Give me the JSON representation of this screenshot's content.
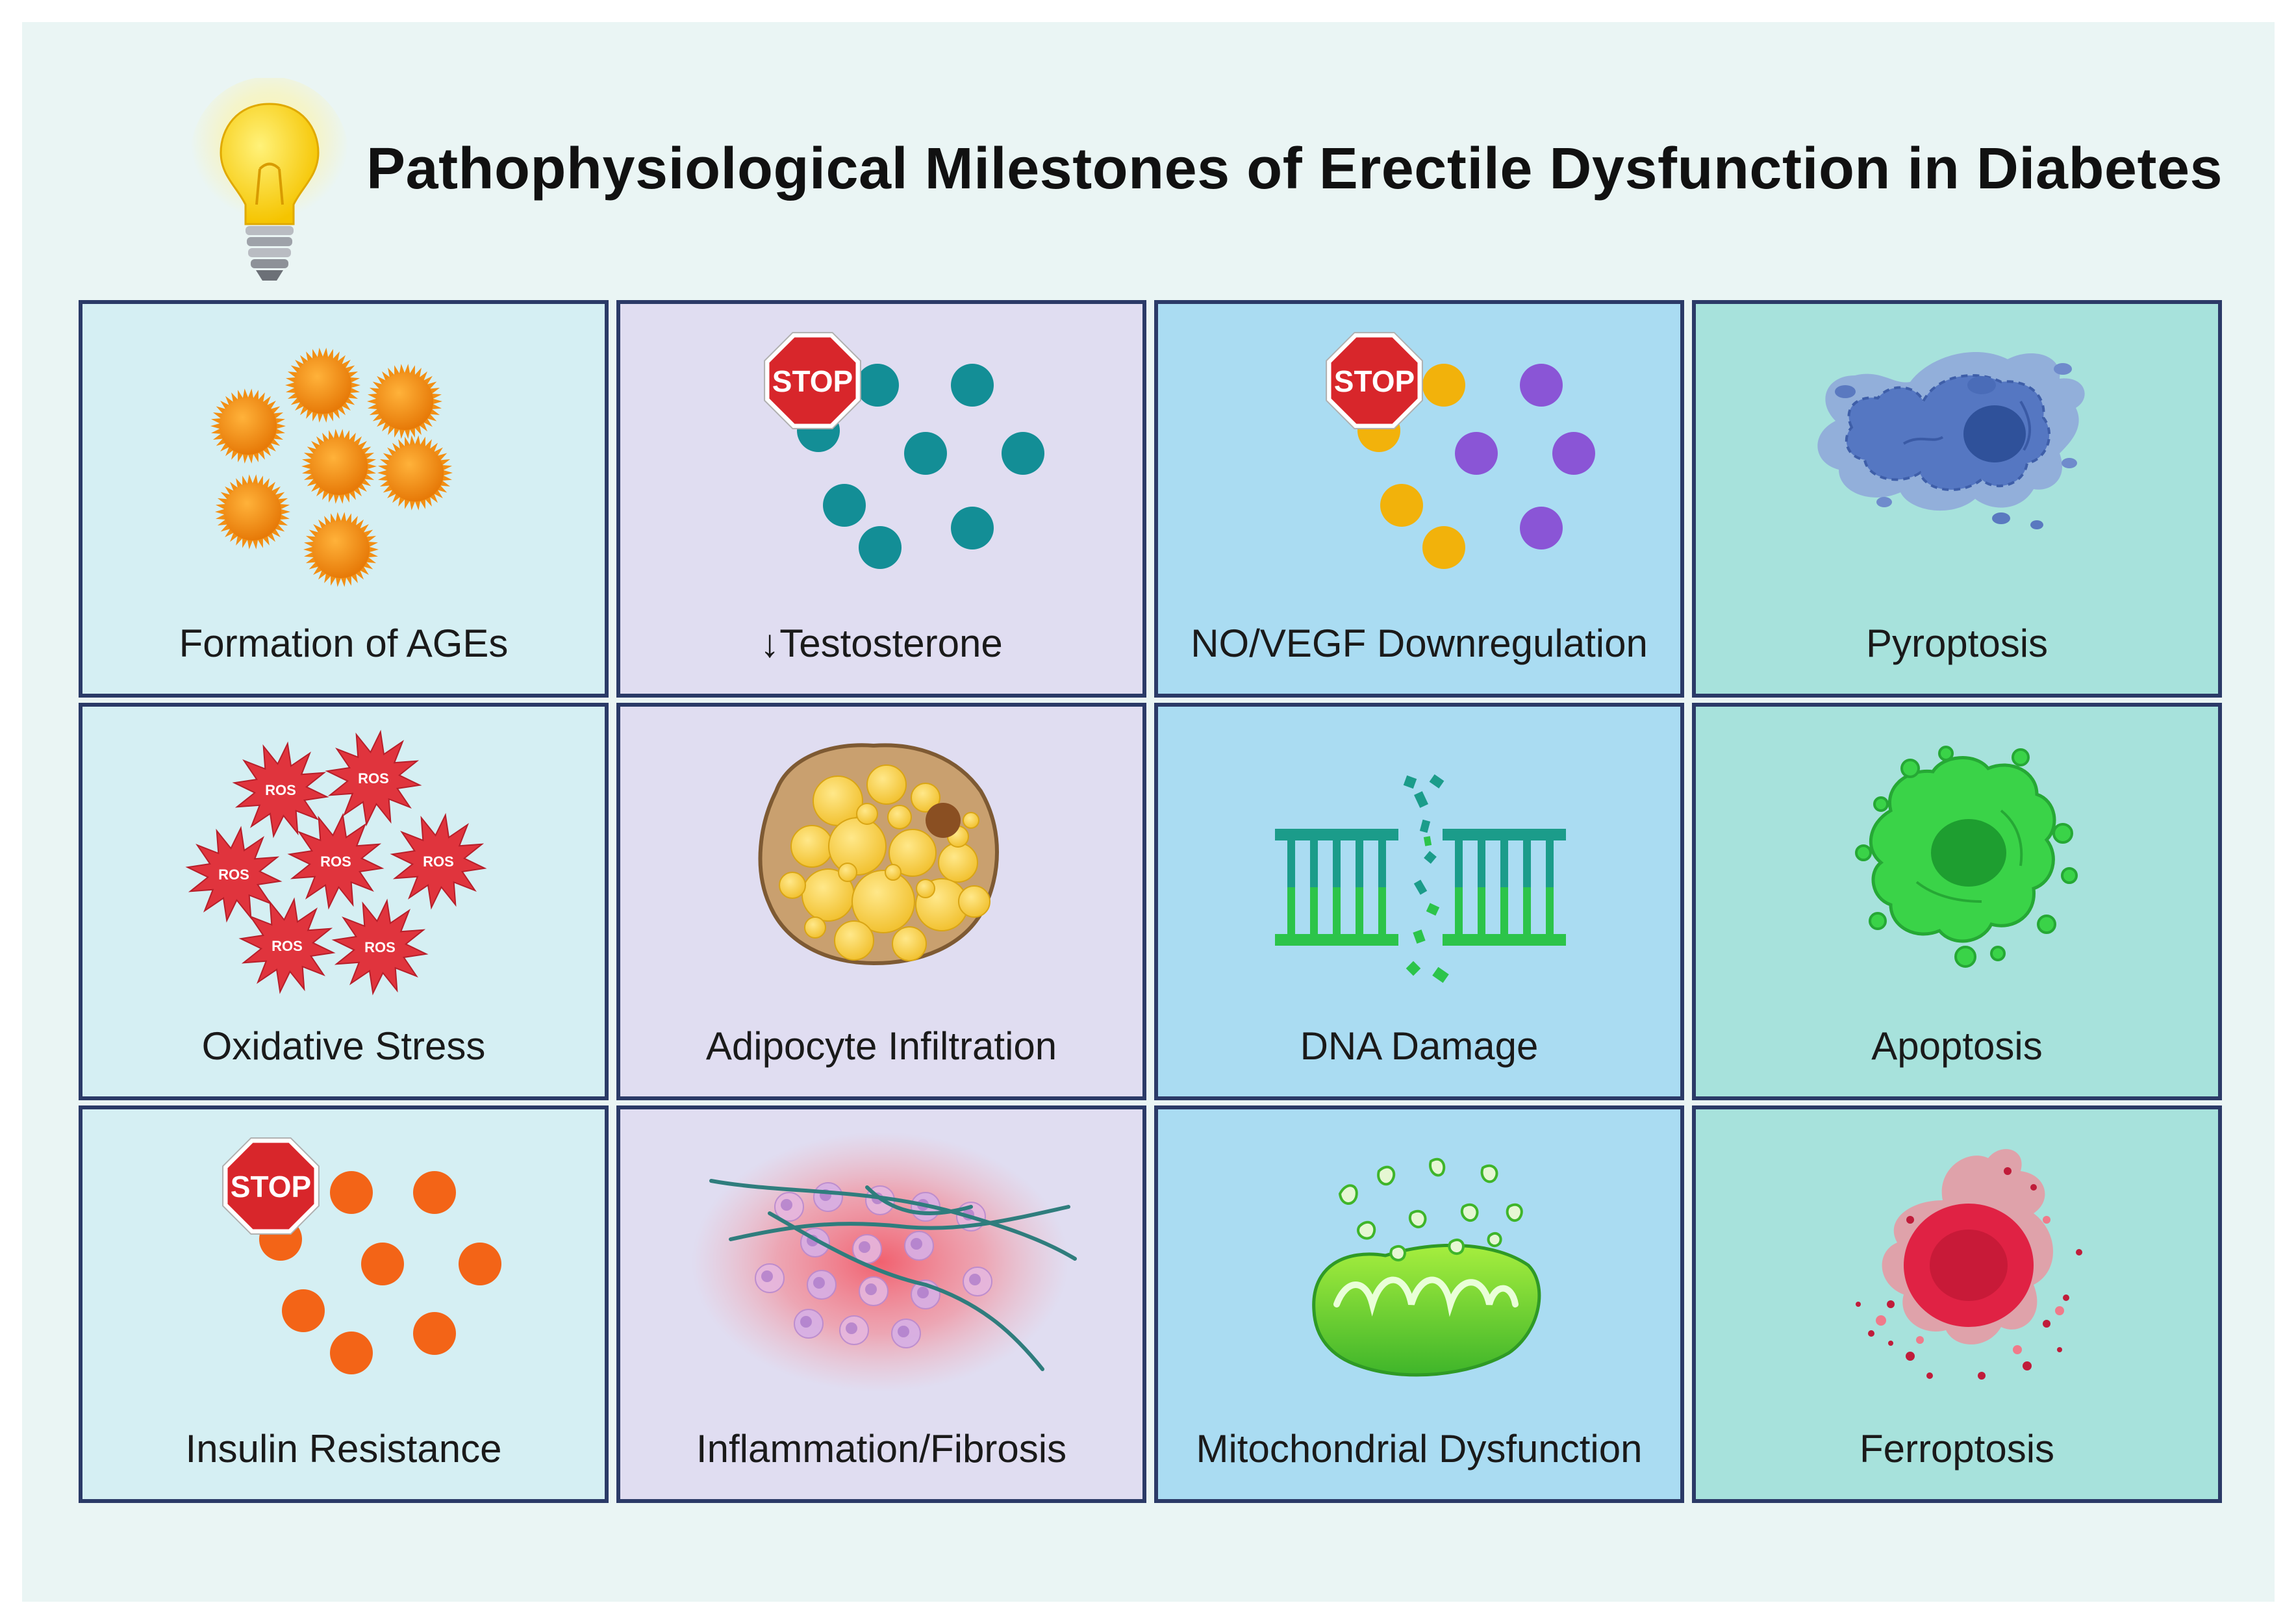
{
  "title": "Pathophysiological Milestones of Erectile Dysfunction in Diabetes",
  "colors": {
    "col1": "#d5eff3",
    "col2": "#e0ddf1",
    "col3": "#aadcf2",
    "col4": "#a7e2dc",
    "border": "#2b3a67",
    "canvas": "#eaf5f4"
  },
  "stop_text": "STOP",
  "ros_text": "ROS",
  "cells": [
    {
      "label": "Formation of AGEs",
      "icon": "ages-cluster-icon"
    },
    {
      "label": "↓Testosterone",
      "icon": "stop-testosterone-icon"
    },
    {
      "label": "NO/VEGF Downregulation",
      "icon": "stop-no-vegf-icon"
    },
    {
      "label": "Pyroptosis",
      "icon": "pyroptosis-cell-icon"
    },
    {
      "label": "Oxidative Stress",
      "icon": "ros-burst-icon"
    },
    {
      "label": "Adipocyte Infiltration",
      "icon": "adipocyte-icon"
    },
    {
      "label": "DNA Damage",
      "icon": "broken-dna-icon"
    },
    {
      "label": "Apoptosis",
      "icon": "apoptotic-cell-icon"
    },
    {
      "label": "Insulin Resistance",
      "icon": "stop-insulin-icon"
    },
    {
      "label": "Inflammation/Fibrosis",
      "icon": "inflammation-fibrosis-icon"
    },
    {
      "label": "Mitochondrial Dysfunction",
      "icon": "mitochondrion-icon"
    },
    {
      "label": "Ferroptosis",
      "icon": "ferroptosis-cell-icon"
    }
  ]
}
